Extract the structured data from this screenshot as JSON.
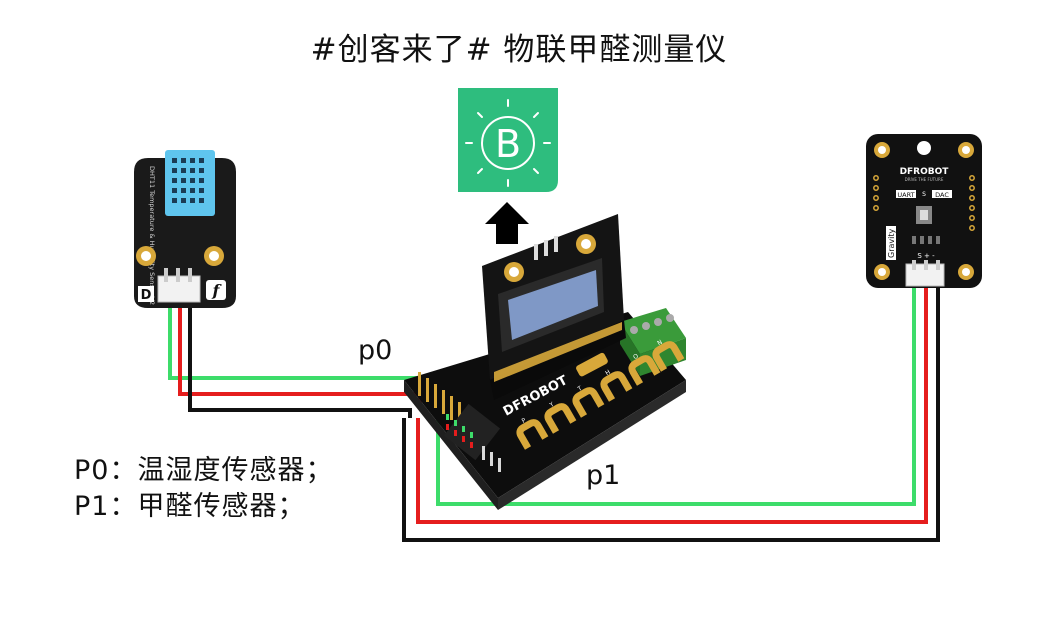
{
  "title": "#创客来了# 物联甲醛测量仪",
  "labels": {
    "p0": "p0",
    "p1": "p1"
  },
  "notes": [
    "P0：温湿度传感器；",
    "P1：甲醛传感器；"
  ],
  "blynk": {
    "letter": "B",
    "color": "#2ebd7e"
  },
  "sensor_left": {
    "silk": "DHT11 Temperature & Humidity Sensor V2",
    "pin_mark": "D",
    "logo": "f"
  },
  "sensor_right": {
    "brand": "DFROBOT",
    "tagline": "DRIVE THE FUTURE",
    "switch_left": "UART",
    "switch_right": "DAC",
    "switch_mid": "S",
    "gravity": "Gravity",
    "pins": "S + -"
  },
  "board": {
    "brand": "DFROBOT",
    "pads": [
      "P",
      "Y",
      "T",
      "H",
      "O",
      "N"
    ]
  },
  "wire_colors": {
    "signal": "#3ddc6a",
    "vcc": "#e51d1d",
    "gnd": "#111111"
  }
}
